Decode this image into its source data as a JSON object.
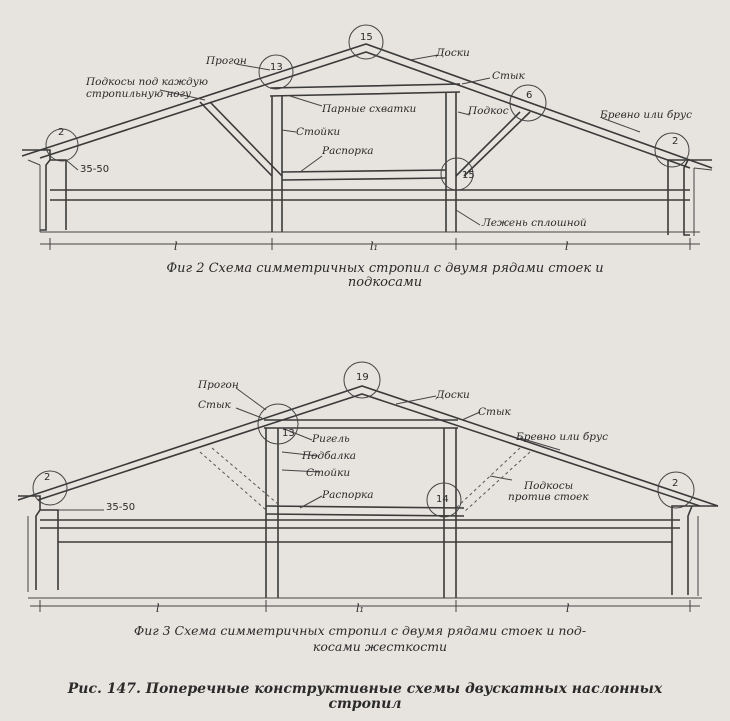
{
  "figure2": {
    "caption": "Фиг 2   Схема  симметричных  стропил  с двумя рядами стоек  и подкосами",
    "labels": {
      "progon": "Прогон",
      "podkosy": "Подкосы под каждую",
      "podkosy2": "стропильную ногу",
      "parnye": "Парные схватки",
      "stoyki": "Стойки",
      "rasporka": "Распорка",
      "doski": "Доски",
      "styk": "Стык",
      "podkos": "Подкос",
      "brevno": "Бревно или брус",
      "lezhen": "Лежень сплошной",
      "dim_35": "35-50"
    },
    "markers": [
      "2",
      "13",
      "15",
      "6",
      "2",
      "15"
    ],
    "dims": [
      "l",
      "l₁",
      "l"
    ]
  },
  "figure3": {
    "caption_line1": "Фиг 3   Схема  симметричных  стропил  с  двумя рядами стоек   и под-",
    "caption_line2": "косами жесткости",
    "labels": {
      "progon": "Прогон",
      "styk_left": "Стык",
      "rigel": "Ригель",
      "podbalka": "Подбалка",
      "stoyki": "Стойки",
      "rasporka": "Распорка",
      "doski": "Доски",
      "styk_right": "Стык",
      "brevno": "Бревно или брус",
      "podkosy": "Подкосы",
      "protiv": "против стоек",
      "dim_35": "35-50"
    },
    "markers": [
      "2",
      "13",
      "19",
      "14",
      "2"
    ],
    "dims": [
      "l",
      "l₁",
      "l"
    ]
  },
  "main_caption": "Рис. 147. Поперечные  конструктивные  схемы  двускатных  наслонных  стропил"
}
